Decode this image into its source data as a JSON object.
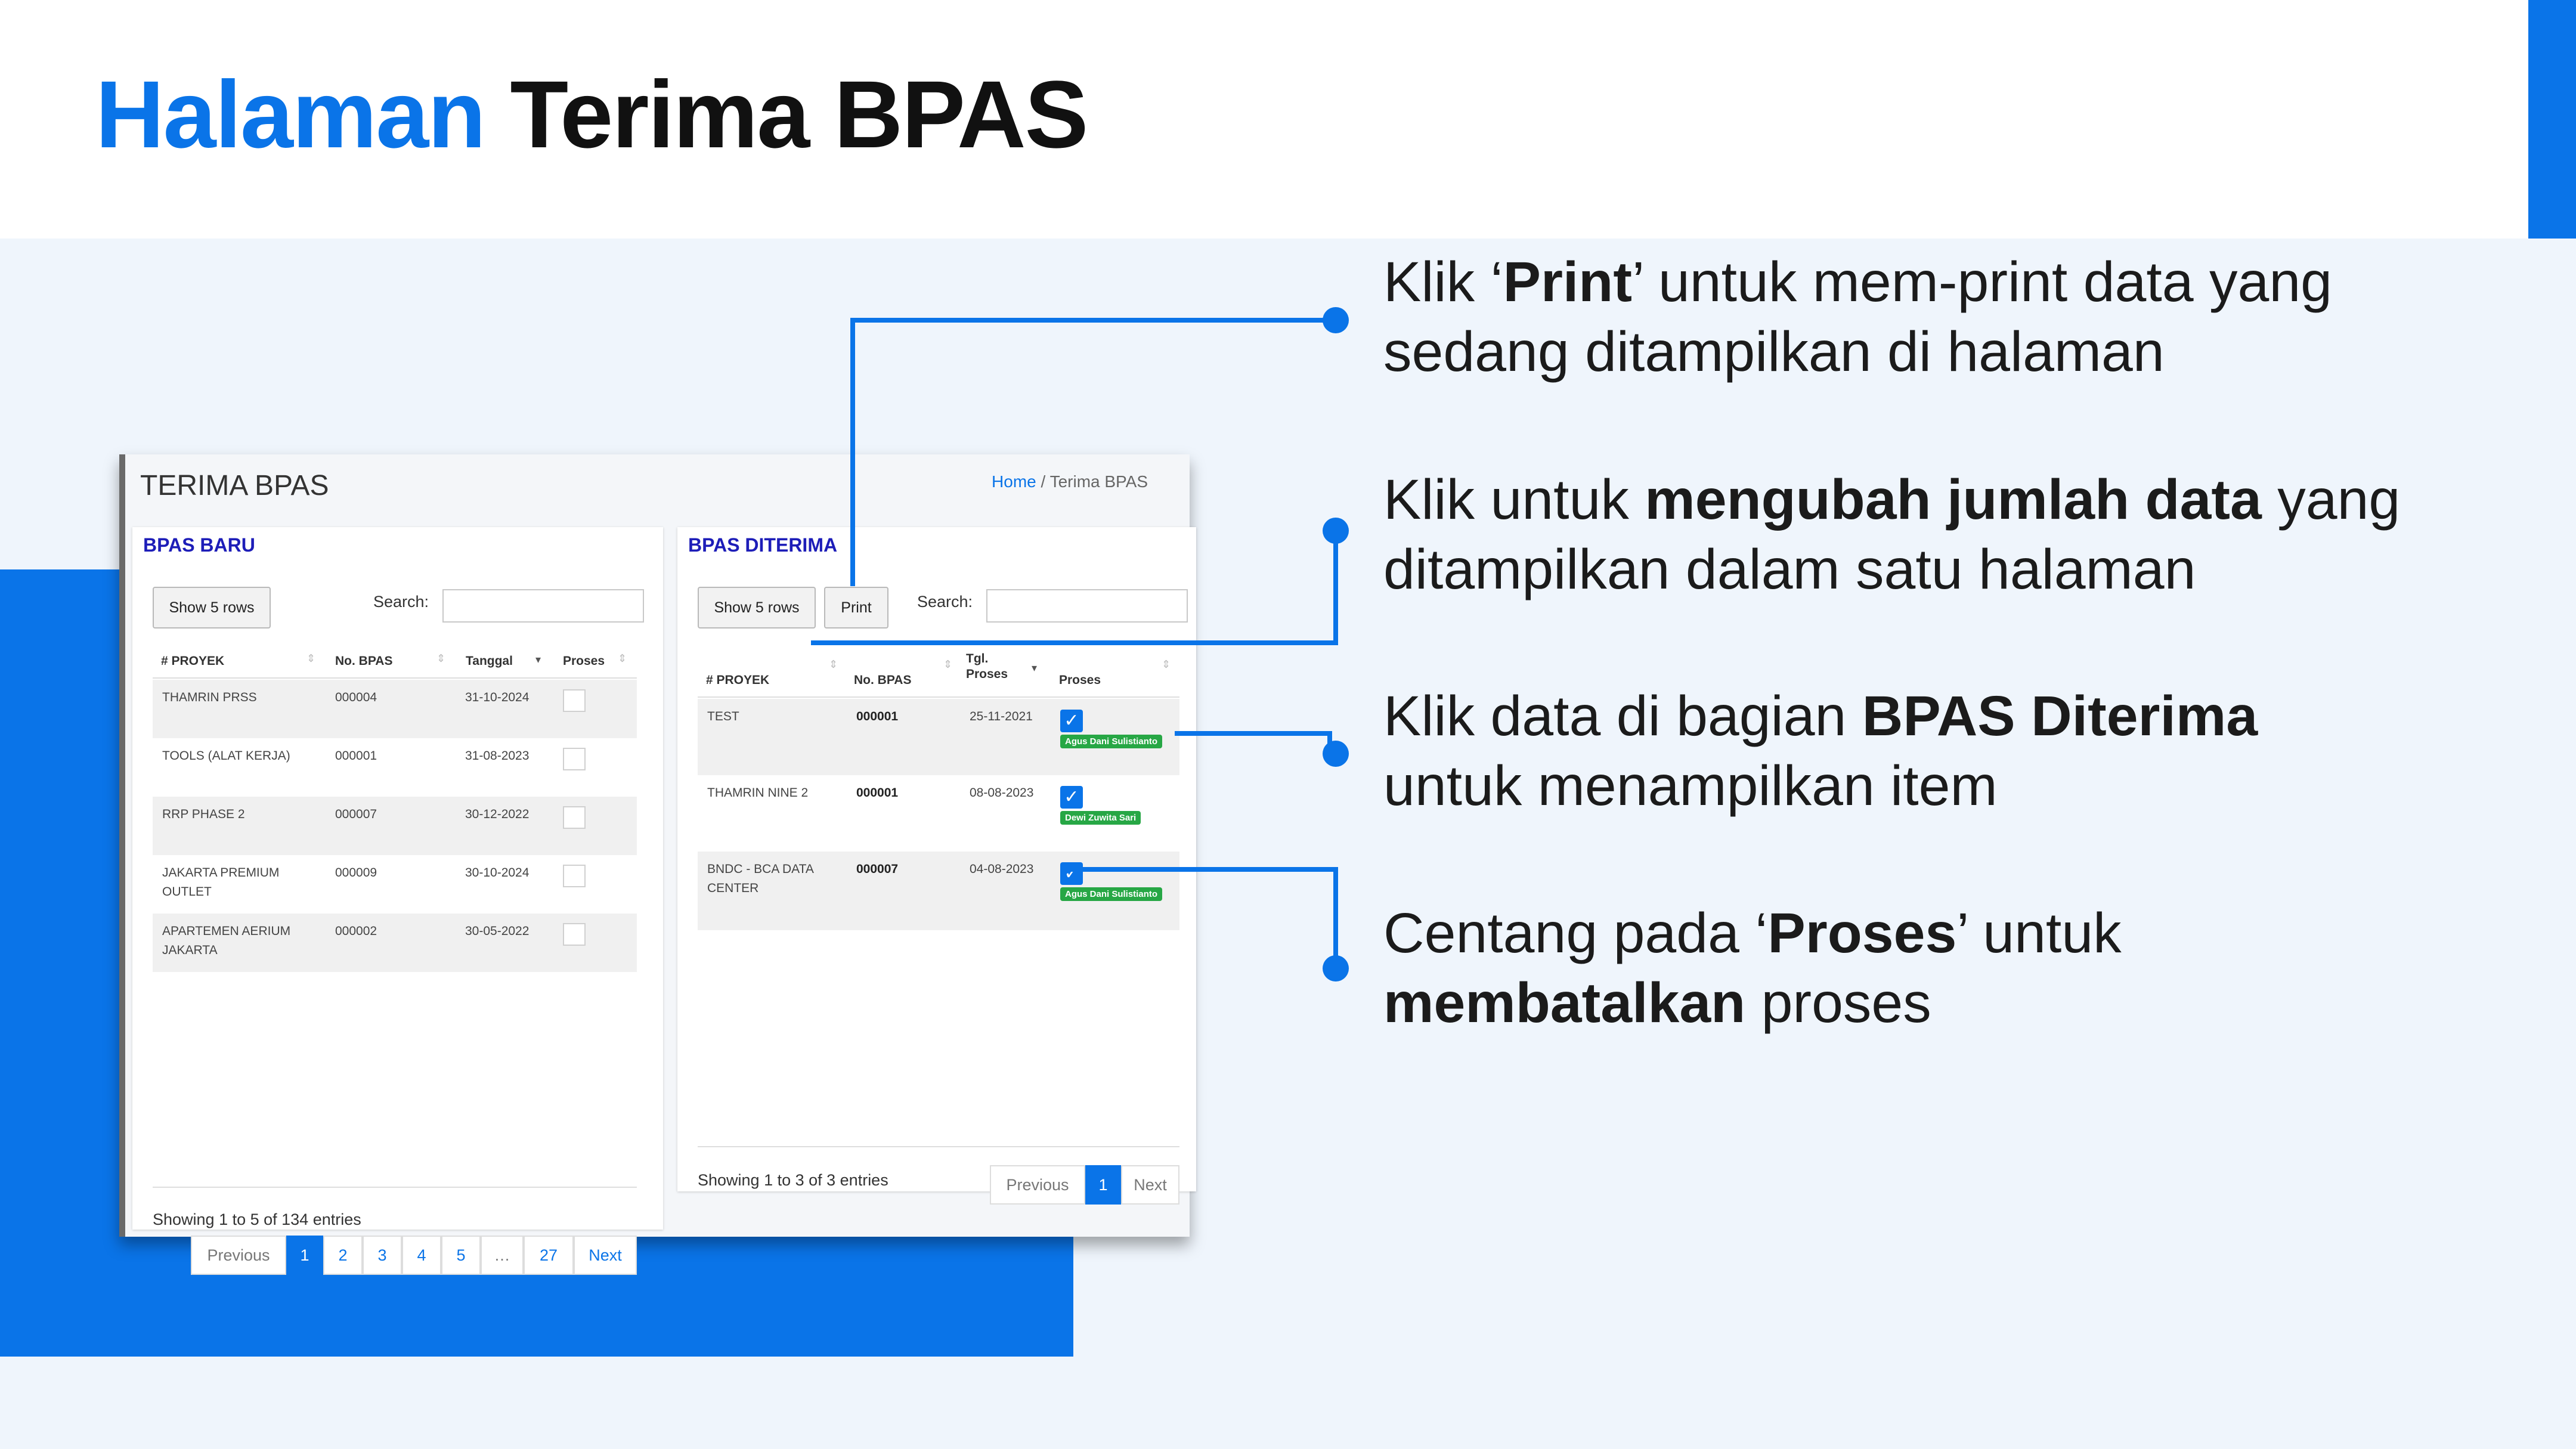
{
  "slide": {
    "title_highlight": "Halaman",
    "title_rest": "Terima BPAS"
  },
  "app": {
    "page_title": "TERIMA BPAS",
    "breadcrumb": {
      "home": "Home",
      "separator": "/",
      "current": "Terima BPAS"
    }
  },
  "bpas_baru": {
    "title": "BPAS BARU",
    "show_rows_label": "Show 5 rows",
    "search_label": "Search:",
    "search_value": "",
    "columns": [
      "# PROYEK",
      "No. BPAS",
      "Tanggal",
      "Proses"
    ],
    "rows": [
      {
        "proyek": "THAMRIN PRSS",
        "proyek2": "",
        "no_bpas": "000004",
        "tanggal": "31-10-2024"
      },
      {
        "proyek": "TOOLS (ALAT KERJA)",
        "proyek2": "",
        "no_bpas": "000001",
        "tanggal": "31-08-2023"
      },
      {
        "proyek": "RRP PHASE 2",
        "proyek2": "",
        "no_bpas": "000007",
        "tanggal": "30-12-2022"
      },
      {
        "proyek": "JAKARTA PREMIUM",
        "proyek2": "OUTLET",
        "no_bpas": "000009",
        "tanggal": "30-10-2024"
      },
      {
        "proyek": "APARTEMEN AERIUM",
        "proyek2": "JAKARTA",
        "no_bpas": "000002",
        "tanggal": "30-05-2022"
      }
    ],
    "info": "Showing 1 to 5 of 134 entries",
    "pagination": [
      "Previous",
      "1",
      "2",
      "3",
      "4",
      "5",
      "…",
      "27",
      "Next"
    ]
  },
  "bpas_diterima": {
    "title": "BPAS DITERIMA",
    "show_rows_label": "Show 5 rows",
    "print_label": "Print",
    "search_label": "Search:",
    "search_value": "",
    "columns": [
      "# PROYEK",
      "No. BPAS",
      "Tgl.",
      "Proses",
      "Proses"
    ],
    "rows": [
      {
        "proyek": "TEST",
        "proyek2": "",
        "no_bpas": "000001",
        "tgl": "25-11-2021",
        "user": "Agus Dani Sulistianto"
      },
      {
        "proyek": "THAMRIN NINE 2",
        "proyek2": "",
        "no_bpas": "000001",
        "tgl": "08-08-2023",
        "user": "Dewi Zuwita Sari"
      },
      {
        "proyek": "BNDC - BCA DATA",
        "proyek2": "CENTER",
        "no_bpas": "000007",
        "tgl": "04-08-2023",
        "user": "Agus Dani Sulistianto"
      }
    ],
    "info": "Showing 1 to 3 of 3 entries",
    "pagination": [
      "Previous",
      "1",
      "Next"
    ]
  },
  "callouts": [
    {
      "p1": "Klik ‘",
      "b1": "Print",
      "p2": "’ untuk mem-print data yang",
      "p3": "sedang ditampilkan di halaman"
    },
    {
      "p1": "Klik untuk ",
      "b1": "mengubah jumlah data",
      "p2": " yang",
      "p3": "ditampilkan dalam satu halaman"
    },
    {
      "p1": "Klik data di bagian ",
      "b1": "BPAS Diterima",
      "p2": "",
      "p3": "untuk menampilkan item"
    },
    {
      "p1": "Centang pada ‘",
      "b1": "Proses",
      "p2": "’ untuk",
      "b2": "membatalkan",
      "p3": " proses"
    }
  ],
  "colors": {
    "accent": "#0a74e8",
    "badge": "#27a745",
    "card_title": "#1d1db8"
  }
}
